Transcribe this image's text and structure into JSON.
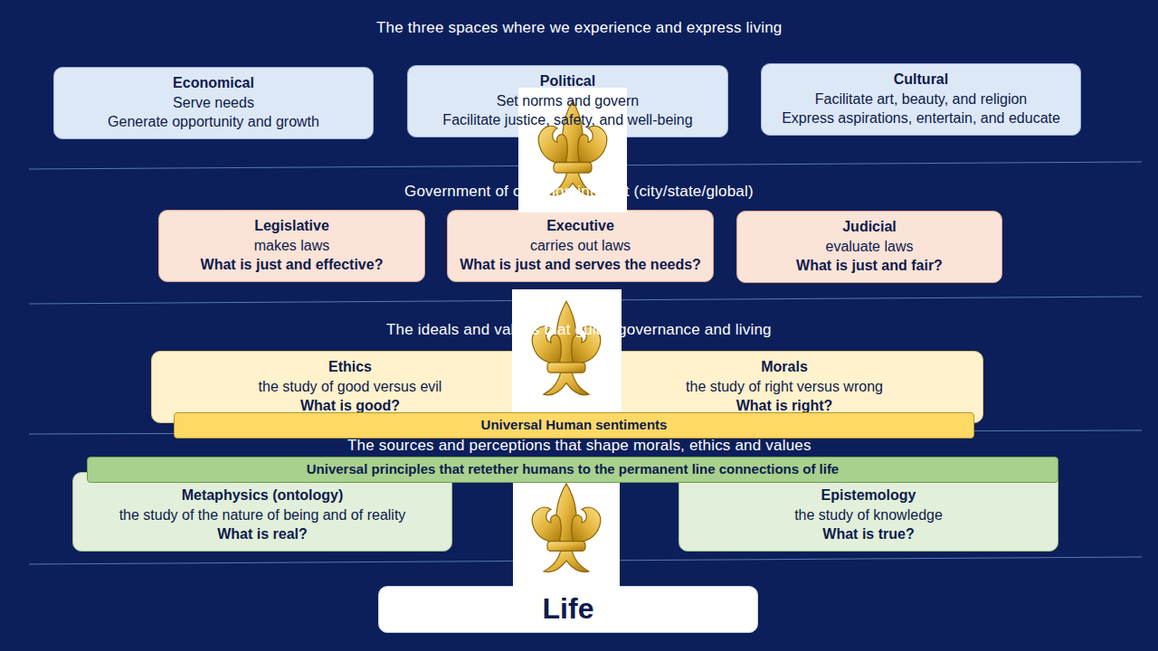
{
  "diagram": {
    "title": "The three spaces where we experience and express living",
    "nodes": [
      {
        "text": [
          "Economical",
          "Serve needs",
          "Generate opportunity and growth"
        ]
      },
      {
        "text": [
          "Political",
          "Set norms and govern",
          "Facilitate justice, safety, and well-being"
        ]
      },
      {
        "text": [
          "Cultural",
          "Facilitate art, beauty, and religion",
          "Express aspirations, entertain, and educate"
        ]
      },
      {
        "text": [
          "Legislative",
          "makes laws",
          "What is just and effective?"
        ]
      },
      {
        "text": [
          "Executive",
          "carries out laws",
          "What is just and serves the needs?"
        ]
      },
      {
        "text": [
          "Judicial",
          "evaluate laws",
          "What is just and fair?"
        ]
      },
      {
        "text": [
          "Ethics",
          "the study of good versus evil",
          "What is good?"
        ]
      },
      {
        "text": [
          "Morals",
          "the study of right versus wrong",
          "What is right?"
        ]
      },
      {
        "text": [
          "Universal Human sentiments"
        ]
      },
      {
        "text": [
          "Universal principles that retether humans to the permanent line connections of life"
        ]
      },
      {
        "text": [
          "Metaphysics (ontology)",
          "the study of the nature of being and of reality",
          "What is real?"
        ]
      },
      {
        "text": [
          "Epistemology",
          "the study of knowledge",
          "What is true?"
        ]
      },
      {
        "text": [
          "Life"
        ]
      }
    ],
    "labels": [
      "Government of common interest (city/state/global)",
      "The ideals and values that guide governance and living",
      "The sources and perceptions that shape morals, ethics and values"
    ]
  }
}
